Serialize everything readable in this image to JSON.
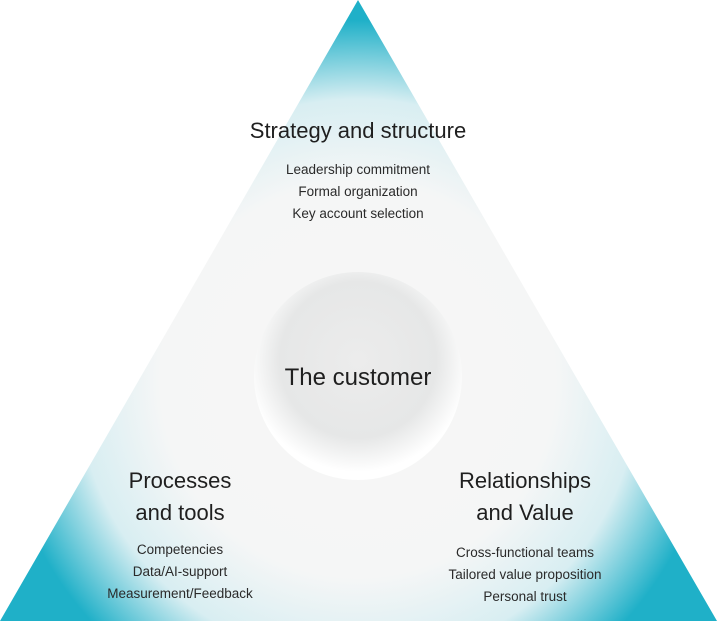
{
  "colors": {
    "accent": "#1fb0c8",
    "accent_light": "#bfe6ee",
    "inner_fill": "#f7f7f6",
    "circle_fill": "#e8e9e9",
    "text": "#222222"
  },
  "top_section": {
    "heading": "Strategy and structure",
    "items": [
      "Leadership commitment",
      "Formal organization",
      "Key account selection"
    ]
  },
  "left_section": {
    "heading": "Processes and tools",
    "items": [
      "Competencies",
      "Data/AI-support",
      "Measurement/Feedback"
    ]
  },
  "right_section": {
    "heading": "Relationships and Value",
    "items": [
      "Cross-functional teams",
      "Tailored value proposition",
      "Personal trust"
    ]
  },
  "center": {
    "label": "The customer"
  }
}
